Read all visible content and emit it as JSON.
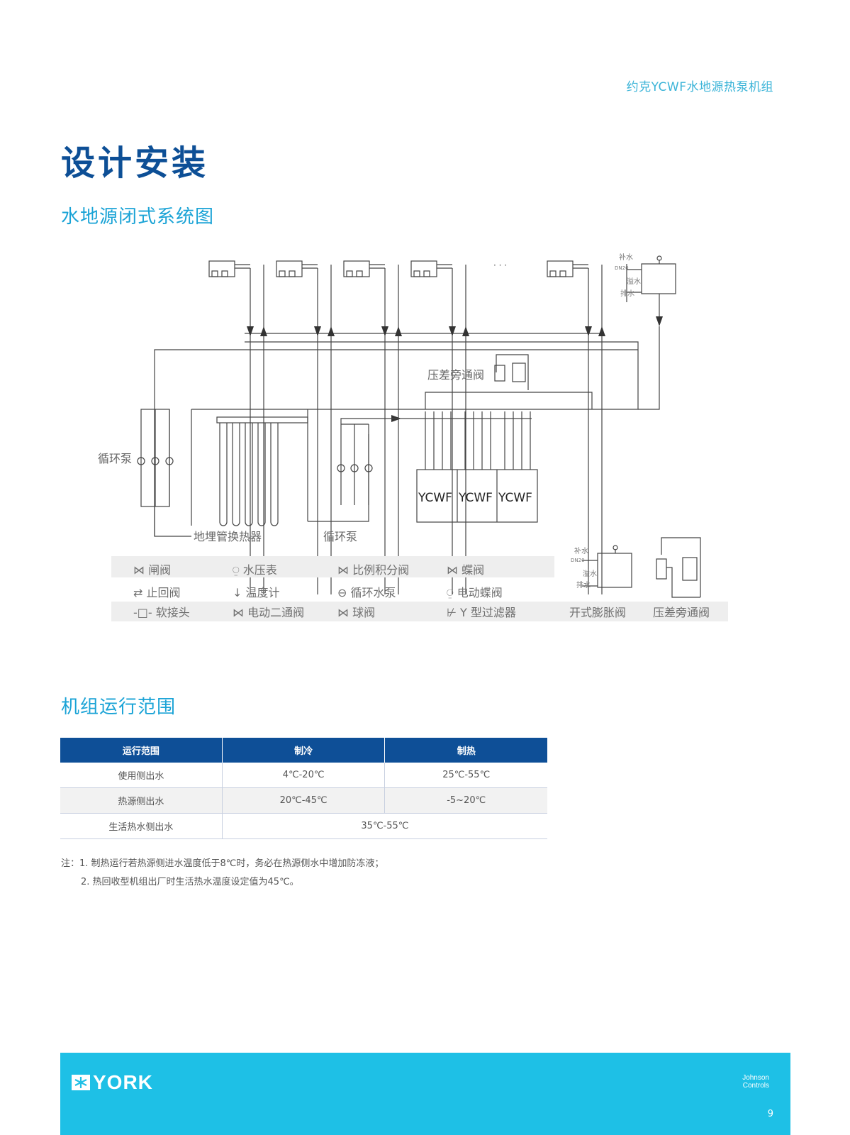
{
  "header": {
    "doc_title": "约克YCWF水地源热泵机组"
  },
  "page_title": "设计安装",
  "section1": {
    "title": "水地源闭式系统图",
    "labels": {
      "ellipsis": "· · ·",
      "makeup_water": "补水",
      "dn20": "DN20",
      "overflow": "溢水",
      "drain": "排水",
      "bypass_valve": "压差旁通阀",
      "circ_pump_left": "循环泵",
      "ground_hx": "地埋管换热器",
      "circ_pump_mid": "循环泵",
      "unit1": "YCWF",
      "unit2": "YCWF",
      "unit3": "YCWF"
    },
    "legend": [
      {
        "icon": "gate-valve-icon",
        "label": "闸阀"
      },
      {
        "icon": "pressure-gauge-icon",
        "label": "水压表"
      },
      {
        "icon": "proportional-integral-valve-icon",
        "label": "比例积分阀"
      },
      {
        "icon": "butterfly-valve-icon",
        "label": "蝶阀"
      },
      {
        "icon": "check-valve-icon",
        "label": "止回阀"
      },
      {
        "icon": "thermometer-icon",
        "label": "温度计"
      },
      {
        "icon": "circulating-pump-icon",
        "label": "循环水泵"
      },
      {
        "icon": "electric-butterfly-valve-icon",
        "label": "电动蝶阀"
      },
      {
        "icon": "flexible-joint-icon",
        "label": "软接头"
      },
      {
        "icon": "electric-two-way-valve-icon",
        "label": "电动二通阀"
      },
      {
        "icon": "ball-valve-icon",
        "label": "球阀"
      },
      {
        "icon": "y-strainer-icon",
        "label": "Y 型过滤器"
      }
    ],
    "legend_extra": {
      "open_expansion": "开式膨胀阀",
      "bypass": "压差旁通阀",
      "makeup_water": "补水",
      "dn20": "DN20",
      "overflow": "溢水",
      "drain": "排水"
    }
  },
  "section2": {
    "title": "机组运行范围",
    "table": {
      "headers": [
        "运行范围",
        "制冷",
        "制热"
      ],
      "rows": [
        [
          "使用侧出水",
          "4℃-20℃",
          "25℃-55℃"
        ],
        [
          "热源侧出水",
          "20℃-45℃",
          "-5~20℃"
        ],
        [
          "生活热水侧出水",
          "35℃-55℃"
        ]
      ]
    },
    "notes": [
      "注：1. 制热运行若热源侧进水温度低于8℃时，务必在热源侧水中增加防冻液；",
      "2. 热回收型机组出厂时生活热水温度设定值为45℃。"
    ]
  },
  "footer": {
    "brand": "YORK",
    "partner_line1": "Johnson",
    "partner_line2": "Controls",
    "page_number": "9"
  },
  "colors": {
    "accent": "#1aa3d6",
    "title": "#0d4f96",
    "table_header": "#0e4f97",
    "footer": "#1ec0e6"
  }
}
